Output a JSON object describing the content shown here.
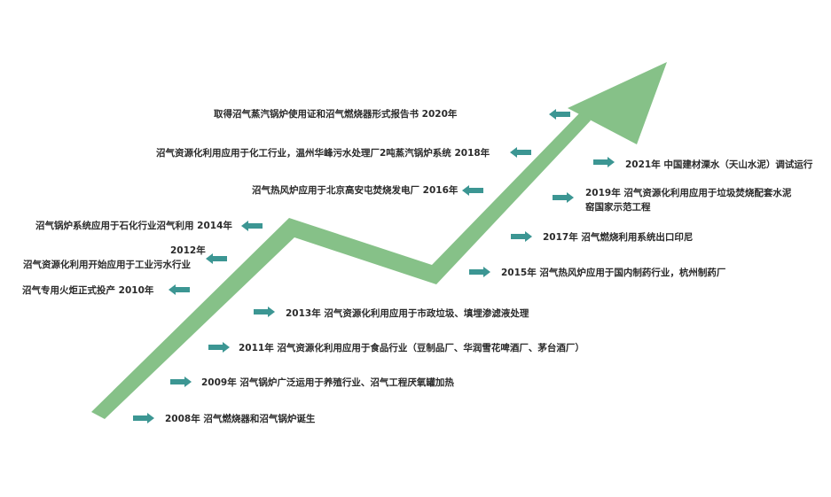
{
  "timeline": {
    "colors": {
      "trend": "#86c188",
      "arrow": "#3c9693",
      "text": "#2b2b2b"
    },
    "events": [
      {
        "id": "e2008",
        "text": "2008年 沼气燃烧器和沼气锅炉诞生"
      },
      {
        "id": "e2009",
        "text": "2009年 沼气锅炉广泛运用于养殖行业、沼气工程厌氧罐加热"
      },
      {
        "id": "e2011",
        "text": "2011年 沼气资源化利用应用于食品行业（豆制品厂、华润雪花啤酒厂、茅台酒厂）"
      },
      {
        "id": "e2013",
        "text": "2013年 沼气资源化利用应用于市政垃圾、填埋渗滤液处理"
      },
      {
        "id": "e2010",
        "text": "沼气专用火炬正式投产 2010年"
      },
      {
        "id": "e2012a",
        "text": "2012年"
      },
      {
        "id": "e2012b",
        "text": "沼气资源化利用开始应用于工业污水行业"
      },
      {
        "id": "e2014",
        "text": "沼气锅炉系统应用于石化行业沼气利用 2014年"
      },
      {
        "id": "e2016",
        "text": "沼气热风炉应用于北京高安屯焚烧发电厂 2016年"
      },
      {
        "id": "e2018",
        "text": "沼气资源化利用应用于化工行业，温州华峰污水处理厂2吨蒸汽锅炉系统 2018年"
      },
      {
        "id": "e2020",
        "text": "取得沼气蒸汽锅炉使用证和沼气燃烧器形式报告书 2020年"
      },
      {
        "id": "e2015",
        "text": "2015年 沼气热风炉应用于国内制药行业，杭州制药厂"
      },
      {
        "id": "e2017",
        "text": "2017年 沼气燃烧利用系统出口印尼"
      },
      {
        "id": "e2019a",
        "text": "2019年 沼气资源化利用应用于垃圾焚烧配套水泥"
      },
      {
        "id": "e2019b",
        "text": "窑国家示范工程"
      },
      {
        "id": "e2021",
        "text": "2021年 中国建材溧水（天山水泥）调试运行"
      }
    ]
  }
}
